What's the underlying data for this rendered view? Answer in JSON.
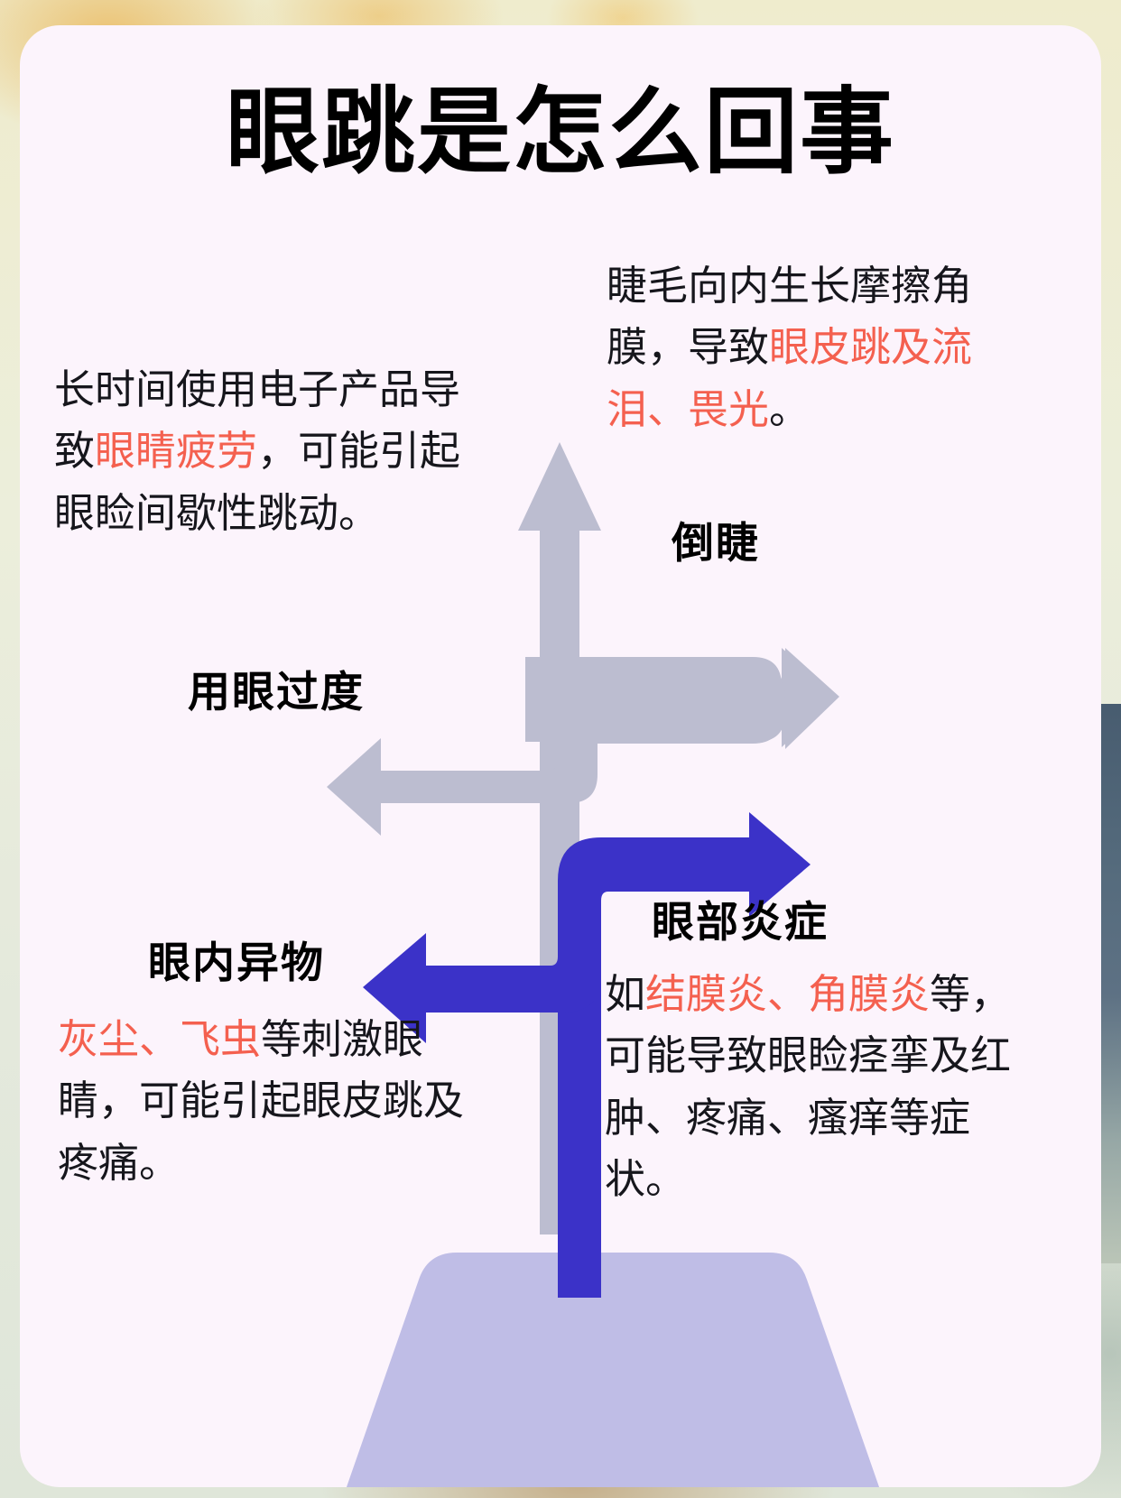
{
  "title": "眼跳是怎么回事",
  "colors": {
    "card_background": "#fcf4fc",
    "title_text": "#000000",
    "body_text": "#16161c",
    "highlight_red": "#f4604f",
    "arrow_grey": "#bcbdd0",
    "arrow_blue": "#3b32c8",
    "base_trapezoid": "#bfbde6",
    "backdrop": "#e6e9d8"
  },
  "nodes": [
    {
      "key": "overuse",
      "label": "用眼过度",
      "arrow_color": "#bcbdd0",
      "arrow_direction": "left",
      "paragraph": [
        {
          "text": "长时间使用电子产品导致",
          "highlight": false
        },
        {
          "text": "眼睛疲劳",
          "highlight": true
        },
        {
          "text": "，可能引起眼睑间歇性跳动。",
          "highlight": false
        }
      ]
    },
    {
      "key": "trichiasis",
      "label": "倒睫",
      "arrow_color": "#bcbdd0",
      "arrow_direction": "right",
      "paragraph": [
        {
          "text": "睫毛向内生长摩擦角膜，导致",
          "highlight": false
        },
        {
          "text": "眼皮跳及流泪、畏光",
          "highlight": true
        },
        {
          "text": "。",
          "highlight": false
        }
      ]
    },
    {
      "key": "foreign_body",
      "label": "眼内异物",
      "arrow_color": "#3b32c8",
      "arrow_direction": "left",
      "paragraph": [
        {
          "text": "灰尘、飞虫",
          "highlight": true
        },
        {
          "text": "等刺激眼睛，可能引起眼皮跳及疼痛。",
          "highlight": false
        }
      ]
    },
    {
      "key": "inflammation",
      "label": "眼部炎症",
      "arrow_color": "#3b32c8",
      "arrow_direction": "right",
      "paragraph": [
        {
          "text": "如",
          "highlight": false
        },
        {
          "text": "结膜炎、角膜炎",
          "highlight": true
        },
        {
          "text": "等，可能导致眼睑痉挛及红肿、疼痛、瘙痒等症状。",
          "highlight": false
        }
      ]
    }
  ]
}
